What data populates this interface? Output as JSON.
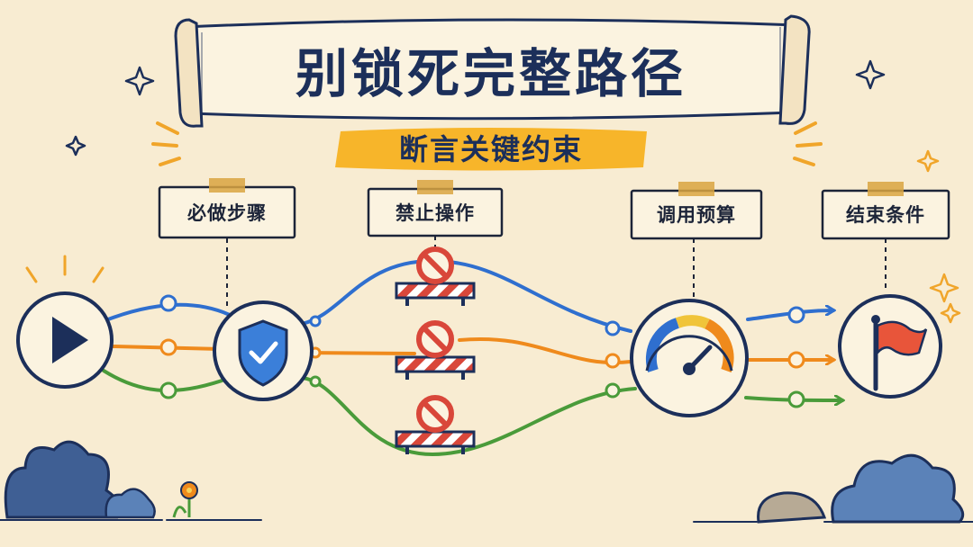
{
  "title": "别锁死完整路径",
  "subtitle": "断言关键约束",
  "labels": {
    "must_steps": "必做步骤",
    "forbidden_ops": "禁止操作",
    "call_budget": "调用预算",
    "end_condition": "结束条件"
  },
  "colors": {
    "ink": "#1c2f5a",
    "background": "#f8ecd2",
    "highlight": "#f7b52a",
    "path_blue": "#2f6fcf",
    "path_orange": "#ef8a1c",
    "path_green": "#4a9b3a",
    "flag": "#e8553a"
  },
  "icons": {
    "start": "play-icon",
    "check": "shield-check-icon",
    "forbidden": "no-entry-icon",
    "budget": "speedometer-icon",
    "end": "flag-icon"
  }
}
